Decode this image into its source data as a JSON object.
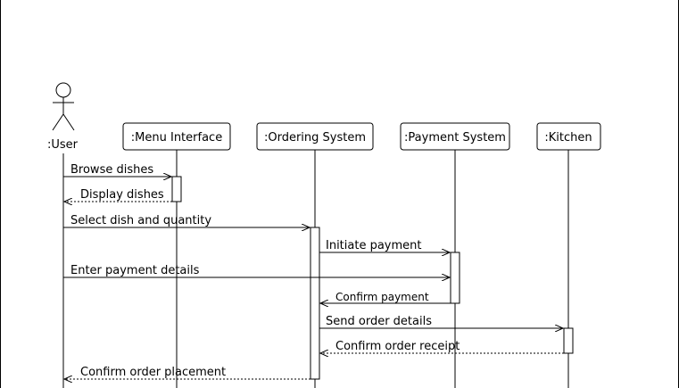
{
  "participants": [
    {
      "id": "user",
      "label": ":User",
      "kind": "actor"
    },
    {
      "id": "menu",
      "label": ":Menu Interface",
      "kind": "object"
    },
    {
      "id": "ordering",
      "label": ":Ordering System",
      "kind": "object"
    },
    {
      "id": "payment",
      "label": ":Payment System",
      "kind": "object"
    },
    {
      "id": "kitchen",
      "label": ":Kitchen",
      "kind": "object"
    }
  ],
  "messages": [
    {
      "from": "user",
      "to": "menu",
      "label": "Browse dishes",
      "type": "sync"
    },
    {
      "from": "menu",
      "to": "user",
      "label": "Display dishes",
      "type": "return"
    },
    {
      "from": "user",
      "to": "ordering",
      "label": "Select dish and quantity",
      "type": "sync"
    },
    {
      "from": "ordering",
      "to": "payment",
      "label": "Initiate payment",
      "type": "sync"
    },
    {
      "from": "user",
      "to": "payment",
      "label": "Enter payment details",
      "type": "sync"
    },
    {
      "from": "payment",
      "to": "ordering",
      "label": "Confirm payment",
      "type": "sync"
    },
    {
      "from": "ordering",
      "to": "kitchen",
      "label": "Send order details",
      "type": "sync"
    },
    {
      "from": "kitchen",
      "to": "ordering",
      "label": "Confirm order receipt",
      "type": "return"
    },
    {
      "from": "ordering",
      "to": "user",
      "label": "Confirm order placement",
      "type": "return"
    }
  ]
}
